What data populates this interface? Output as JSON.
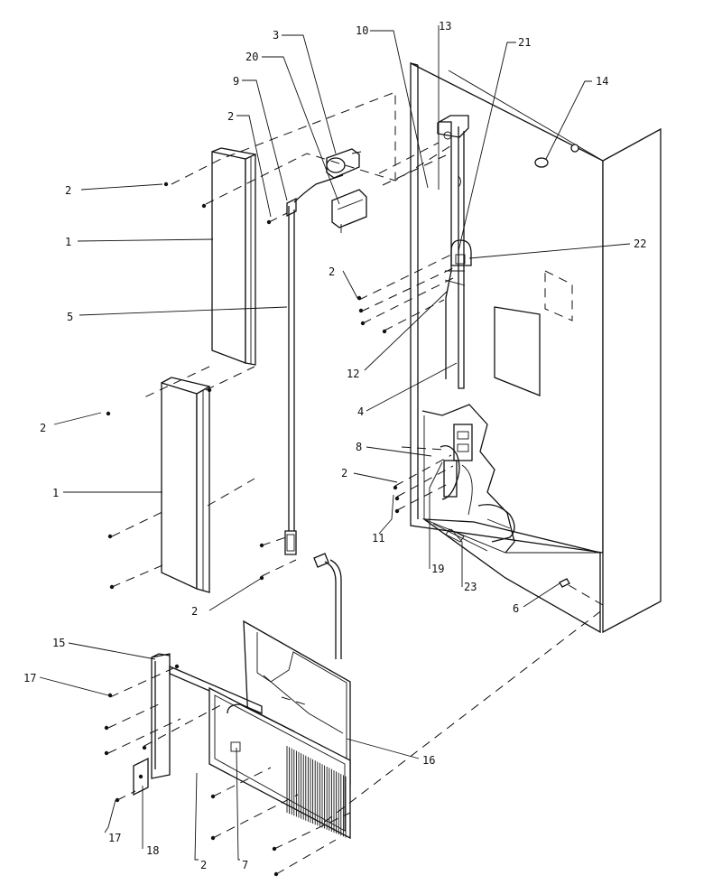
{
  "callouts": [
    {
      "id": "c2a",
      "label": "2"
    },
    {
      "id": "c1a",
      "label": "1"
    },
    {
      "id": "c2b",
      "label": "2"
    },
    {
      "id": "c1b",
      "label": "1"
    },
    {
      "id": "c5",
      "label": "5"
    },
    {
      "id": "c9",
      "label": "9"
    },
    {
      "id": "c2c",
      "label": "2"
    },
    {
      "id": "c20",
      "label": "20"
    },
    {
      "id": "c3",
      "label": "3"
    },
    {
      "id": "c10",
      "label": "10"
    },
    {
      "id": "c13",
      "label": "13"
    },
    {
      "id": "c21",
      "label": "21"
    },
    {
      "id": "c14",
      "label": "14"
    },
    {
      "id": "c22",
      "label": "22"
    },
    {
      "id": "c2d",
      "label": "2"
    },
    {
      "id": "c12",
      "label": "12"
    },
    {
      "id": "c4",
      "label": "4"
    },
    {
      "id": "c8",
      "label": "8"
    },
    {
      "id": "c2e",
      "label": "2"
    },
    {
      "id": "c11",
      "label": "11"
    },
    {
      "id": "c19",
      "label": "19"
    },
    {
      "id": "c23",
      "label": "23"
    },
    {
      "id": "c6",
      "label": "6"
    },
    {
      "id": "c2f",
      "label": "2"
    },
    {
      "id": "c15",
      "label": "15"
    },
    {
      "id": "c17a",
      "label": "17"
    },
    {
      "id": "c16",
      "label": "16"
    },
    {
      "id": "c17b",
      "label": "17"
    },
    {
      "id": "c18",
      "label": "18"
    },
    {
      "id": "c2g",
      "label": "2"
    },
    {
      "id": "c7",
      "label": "7"
    }
  ]
}
